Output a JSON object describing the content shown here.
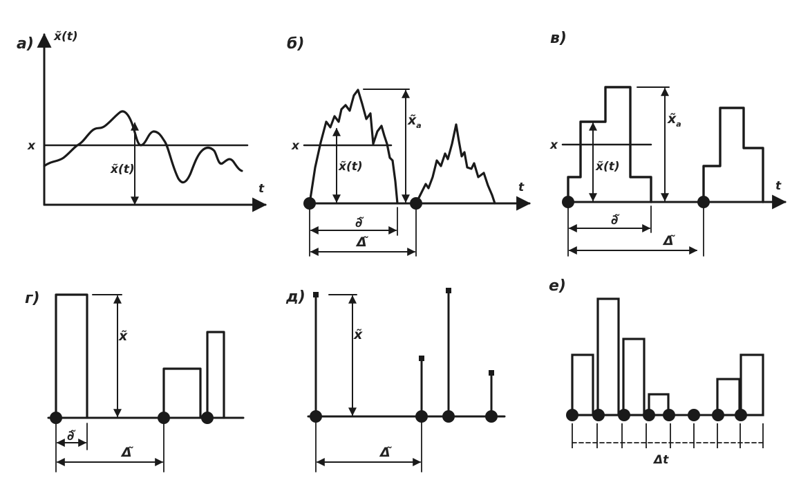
{
  "panels": {
    "a": {
      "label": "a)",
      "y_axis": "x̃(t)",
      "t_axis": "t",
      "level": "x",
      "value_label": "x̃(t)"
    },
    "b": {
      "label": "б)",
      "t_axis": "t",
      "level": "x",
      "value_label": "x̃(t)",
      "peak_label": "x̃",
      "peak_sub": "a",
      "dur_label": "∂̃",
      "period_label": "Δ̃"
    },
    "v": {
      "label": "в)",
      "t_axis": "t",
      "level": "x",
      "value_label": "x̃(t)",
      "peak_label": "x̃",
      "peak_sub": "a",
      "dur_label": "∂̃",
      "period_label": "Δ̃"
    },
    "g": {
      "label": "г)",
      "height_label": "x̃",
      "dur_label": "∂̃",
      "period_label": "Δ̃"
    },
    "d": {
      "label": "д)",
      "height_label": "x̃",
      "period_label": "Δ̃"
    },
    "e": {
      "label": "e)",
      "step_label": "Δt"
    }
  }
}
